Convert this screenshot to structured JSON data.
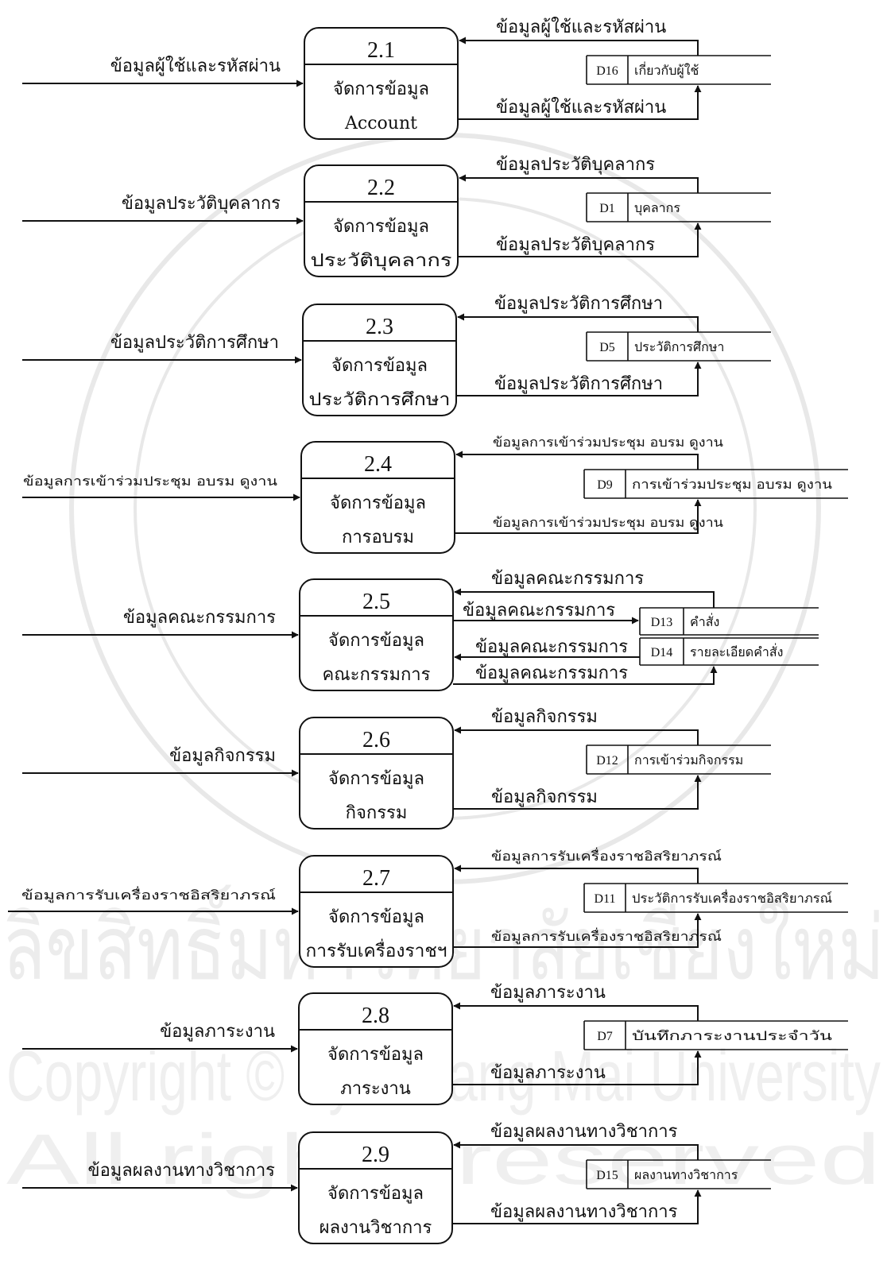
{
  "processes": [
    {
      "id": "2.1",
      "line1": "จัดการข้อมูล",
      "line2": "Account",
      "input": "ข้อมูลผู้ใช้และรหัสผ่าน",
      "store": {
        "code": "D16",
        "name": "เกี่ยวกับผู้ใช้"
      },
      "flow_from_store": "ข้อมูลผู้ใช้และรหัสผ่าน",
      "flow_to_store": "ข้อมูลผู้ใช้และรหัสผ่าน"
    },
    {
      "id": "2.2",
      "line1": "จัดการข้อมูล",
      "line2": "ประวัติบุคลากร",
      "input": "ข้อมูลประวัติบุคลากร",
      "store": {
        "code": "D1",
        "name": "บุคลากร"
      },
      "flow_from_store": "ข้อมูลประวัติบุคลากร",
      "flow_to_store": "ข้อมูลประวัติบุคลากร"
    },
    {
      "id": "2.3",
      "line1": "จัดการข้อมูล",
      "line2": "ประวัติการศึกษา",
      "input": "ข้อมูลประวัติการศึกษา",
      "store": {
        "code": "D5",
        "name": "ประวัติการศึกษา"
      },
      "flow_from_store": "ข้อมูลประวัติการศึกษา",
      "flow_to_store": "ข้อมูลประวัติการศึกษา"
    },
    {
      "id": "2.4",
      "line1": "จัดการข้อมูล",
      "line2": "การอบรม",
      "input": "ข้อมูลการเข้าร่วมประชุม อบรม ดูงาน",
      "store": {
        "code": "D9",
        "name": "การเข้าร่วมประชุม อบรม ดูงาน"
      },
      "flow_from_store": "ข้อมูลการเข้าร่วมประชุม อบรม ดูงาน",
      "flow_to_store": "ข้อมูลการเข้าร่วมประชุม อบรม ดูงาน"
    },
    {
      "id": "2.5",
      "line1": "จัดการข้อมูล",
      "line2": "คณะกรรมการ",
      "input": "ข้อมูลคณะกรรมการ",
      "store": {
        "code": "D13",
        "name": "คำสั่ง"
      },
      "store2": {
        "code": "D14",
        "name": "รายละเอียดคำสั่ง"
      },
      "flow_from_store": "ข้อมูลคณะกรรมการ",
      "flow_to_store": "ข้อมูลคณะกรรมการ",
      "flow_from_store2": "ข้อมูลคณะกรรมการ",
      "flow_to_store2": "ข้อมูลคณะกรรมการ"
    },
    {
      "id": "2.6",
      "line1": "จัดการข้อมูล",
      "line2": "กิจกรรม",
      "input": "ข้อมูลกิจกรรม",
      "store": {
        "code": "D12",
        "name": "การเข้าร่วมกิจกรรม"
      },
      "flow_from_store": "ข้อมูลกิจกรรม",
      "flow_to_store": "ข้อมูลกิจกรรม"
    },
    {
      "id": "2.7",
      "line1": "จัดการข้อมูล",
      "line2": "การรับเครื่องราชฯ",
      "input": "ข้อมูลการรับเครื่องราชอิสริยาภรณ์",
      "store": {
        "code": "D11",
        "name": "ประวัติการรับเครื่องราชอิสริยาภรณ์"
      },
      "flow_from_store": "ข้อมูลการรับเครื่องราชอิสริยาภรณ์",
      "flow_to_store": "ข้อมูลการรับเครื่องราชอิสริยาภรณ์"
    },
    {
      "id": "2.8",
      "line1": "จัดการข้อมูล",
      "line2": "ภาระงาน",
      "input": "ข้อมูลภาระงาน",
      "store": {
        "code": "D7",
        "name": "บันทึกภาระงานประจำวัน"
      },
      "flow_from_store": "ข้อมูลภาระงาน",
      "flow_to_store": "ข้อมูลภาระงาน"
    },
    {
      "id": "2.9",
      "line1": "จัดการข้อมูล",
      "line2": "ผลงานวิชาการ",
      "input": "ข้อมูลผลงานทางวิชาการ",
      "store": {
        "code": "D15",
        "name": "ผลงานทางวิชาการ"
      },
      "flow_from_store": "ข้อมูลผลงานทางวิชาการ",
      "flow_to_store": "ข้อมูลผลงานทางวิชาการ"
    }
  ],
  "watermark": {
    "line1": "ลิขสิทธิ์มหาวิทยาลัยเชียงใหม่",
    "line2": "Copyright © by Chiang Mai University",
    "line3": "All rights reserved"
  }
}
